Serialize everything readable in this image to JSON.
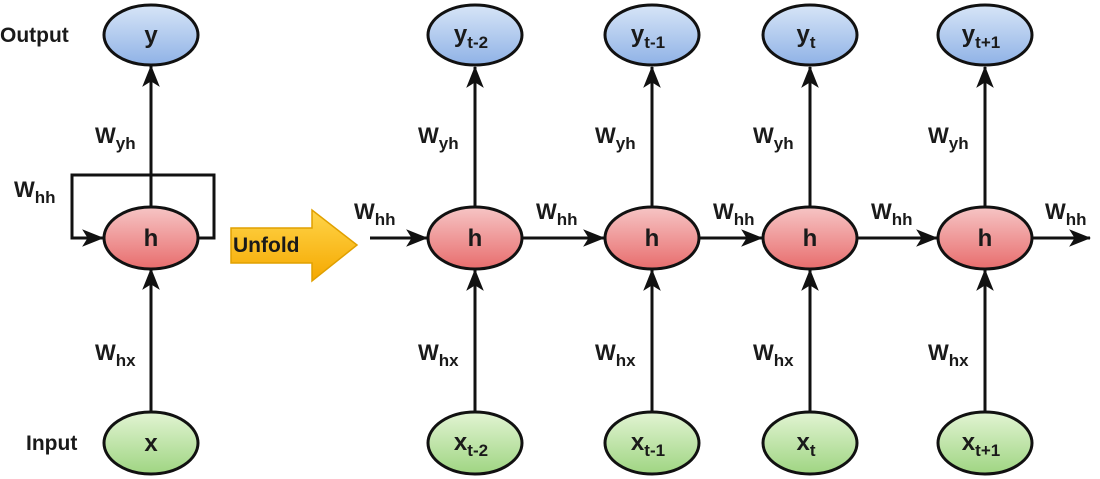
{
  "colors": {
    "output_fill_top": "#d7e5f7",
    "output_fill_bottom": "#8fb2e6",
    "hidden_fill_top": "#f6c5c5",
    "hidden_fill_bottom": "#e86d6d",
    "input_fill_top": "#e2f4d3",
    "input_fill_bottom": "#9fd582",
    "unfold_top": "#ffd54a",
    "unfold_bottom": "#f5a800",
    "stroke": "#111111"
  },
  "folded": {
    "output_label": "Output",
    "input_label": "Input",
    "output_node": {
      "base": "y",
      "sub": ""
    },
    "hidden_node": {
      "base": "h",
      "sub": ""
    },
    "input_node": {
      "base": "x",
      "sub": ""
    },
    "w_yh": {
      "base": "W",
      "sub": "yh"
    },
    "w_hh": {
      "base": "W",
      "sub": "hh"
    },
    "w_hx": {
      "base": "W",
      "sub": "hx"
    }
  },
  "unfold_label": "Unfold",
  "unfolded": {
    "w_hh_in": {
      "base": "W",
      "sub": "hh"
    },
    "steps": [
      {
        "output": {
          "base": "y",
          "sub": "t-2"
        },
        "hidden": "h",
        "input": {
          "base": "x",
          "sub": "t-2"
        },
        "w_yh": {
          "base": "W",
          "sub": "yh"
        },
        "w_hx": {
          "base": "W",
          "sub": "hx"
        },
        "w_hh_out": {
          "base": "W",
          "sub": "hh"
        }
      },
      {
        "output": {
          "base": "y",
          "sub": "t-1"
        },
        "hidden": "h",
        "input": {
          "base": "x",
          "sub": "t-1"
        },
        "w_yh": {
          "base": "W",
          "sub": "yh"
        },
        "w_hx": {
          "base": "W",
          "sub": "hx"
        },
        "w_hh_out": {
          "base": "W",
          "sub": "hh"
        }
      },
      {
        "output": {
          "base": "y",
          "sub": "t"
        },
        "hidden": "h",
        "input": {
          "base": "x",
          "sub": "t"
        },
        "w_yh": {
          "base": "W",
          "sub": "yh"
        },
        "w_hx": {
          "base": "W",
          "sub": "hx"
        },
        "w_hh_out": {
          "base": "W",
          "sub": "hh"
        }
      },
      {
        "output": {
          "base": "y",
          "sub": "t+1"
        },
        "hidden": "h",
        "input": {
          "base": "x",
          "sub": "t+1"
        },
        "w_yh": {
          "base": "W",
          "sub": "yh"
        },
        "w_hx": {
          "base": "W",
          "sub": "hx"
        },
        "w_hh_out": {
          "base": "W",
          "sub": "hh"
        }
      }
    ]
  }
}
